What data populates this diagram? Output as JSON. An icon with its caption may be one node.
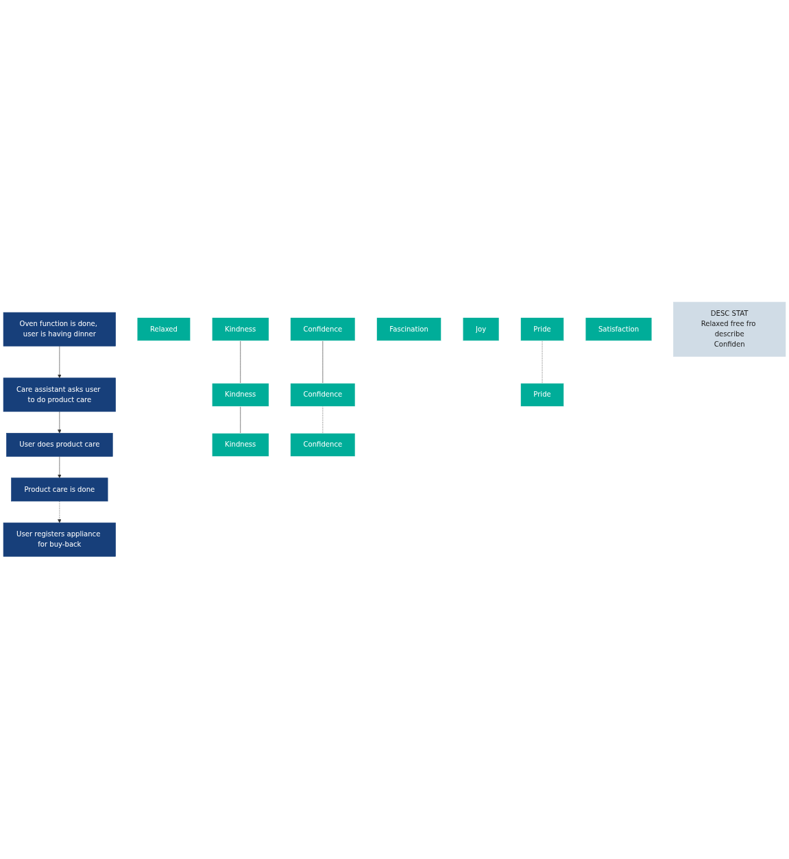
{
  "diagram": {
    "nodes": [
      {
        "text": [
          "Oven function is done, user is having dinner"
        ]
      },
      {
        "text": [
          "Relaxed"
        ]
      },
      {
        "text": [
          "Care assistant asks user to do product care"
        ]
      },
      {
        "text": [
          "Confidence"
        ]
      },
      {
        "text": [
          "Kindness"
        ]
      },
      {
        "text": [
          "Fascination"
        ]
      },
      {
        "text": [
          "User does product care"
        ]
      },
      {
        "text": [
          "Confidence"
        ]
      },
      {
        "text": [
          "Kindness"
        ]
      },
      {
        "text": [
          "Joy"
        ]
      },
      {
        "text": [
          "Product care is done"
        ]
      },
      {
        "text": [
          "Pride"
        ]
      },
      {
        "text": [
          "Kindness"
        ]
      },
      {
        "text": [
          "Satisfaction"
        ]
      },
      {
        "text": [
          "User registers appliance for buy-back"
        ]
      },
      {
        "text": [
          "Pride"
        ]
      },
      {
        "text": [
          "Confidence"
        ]
      },
      {
        "text": [
          "DESC STAT",
          "Relaxed free fro describe",
          "Confiden"
        ]
      }
    ],
    "edges": [
      {
        "from": 0,
        "to": 2,
        "arrow": "to"
      },
      {
        "from": 2,
        "to": 6,
        "arrow": "to"
      },
      {
        "from": 6,
        "to": 10,
        "arrow": "to"
      },
      {
        "from": 10,
        "to": 14,
        "arrow": "to",
        "style": "dashed"
      },
      {
        "from": 3,
        "to": 7,
        "arrow": "none"
      },
      {
        "from": 4,
        "to": 8,
        "arrow": "none"
      },
      {
        "from": 8,
        "to": 12,
        "arrow": "none"
      },
      {
        "from": 7,
        "to": 16,
        "arrow": "none",
        "style": "dashed"
      },
      {
        "from": 11,
        "to": 15,
        "arrow": "none",
        "style": "dashed"
      }
    ]
  }
}
